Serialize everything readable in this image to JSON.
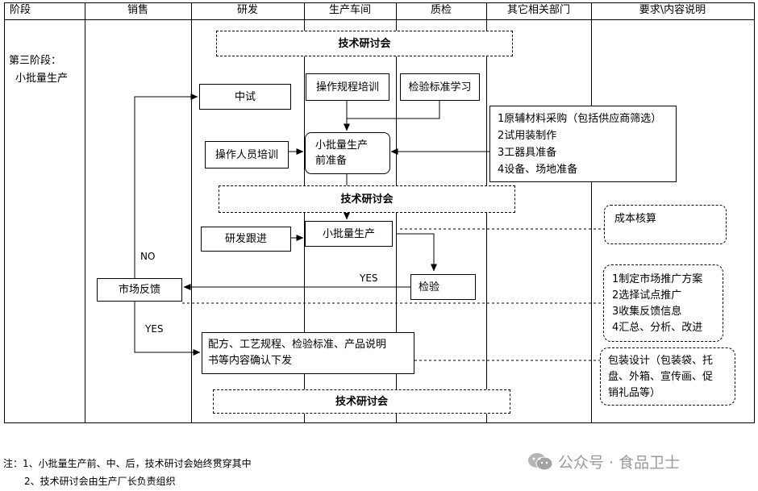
{
  "headers": {
    "stage": "阶段",
    "sales": "销售",
    "rd": "研发",
    "workshop": "生产车间",
    "qc": "质检",
    "other": "其它相关部门",
    "req": "要求\\内容说明"
  },
  "stage": {
    "line1": "第三阶段：",
    "line2": "小批量生产"
  },
  "nodes": {
    "seminar_top": "技术研讨会",
    "pilot": "中试",
    "op_training": "操作规程培训",
    "inspection_training": "检验标准学习",
    "staff_training": "操作人员培训",
    "prep_line1": "小批量生产",
    "prep_line2": "前准备",
    "other_list": [
      "1原辅材料采购（包括供应商筛选）",
      "2试用装制作",
      "3工器具准备",
      "4设备、场地准备"
    ],
    "seminar_mid": "技术研讨会",
    "rd_follow": "研发跟进",
    "small_batch": "小批量生产",
    "inspection": "检验",
    "market_feedback": "市场反馈",
    "confirm_line1": "配方、工艺规程、检验标准、产品说明",
    "confirm_line2": "书等内容确认下发",
    "seminar_bottom": "技术研讨会"
  },
  "side_notes": {
    "cost": "成本核算",
    "market_list": [
      "1制定市场推广方案",
      "2选择试点推广",
      "3收集反馈信息",
      "4汇总、分析、改进"
    ],
    "package_lines": [
      "包装设计（包装袋、托",
      "盘、外箱、宣传画、促",
      "销礼品等）"
    ]
  },
  "edge_labels": {
    "no": "NO",
    "yes_top": "YES",
    "yes_left": "YES"
  },
  "footnotes": {
    "line1": "注：1、小批量生产前、中、后，技术研讨会始终贯穿其中",
    "line2": "2、技术研讨会由生产厂长负责组织"
  },
  "watermark": {
    "text": "公众号 · 食品卫士",
    "icon": "wechat-icon",
    "color": "#9a9a9a"
  }
}
